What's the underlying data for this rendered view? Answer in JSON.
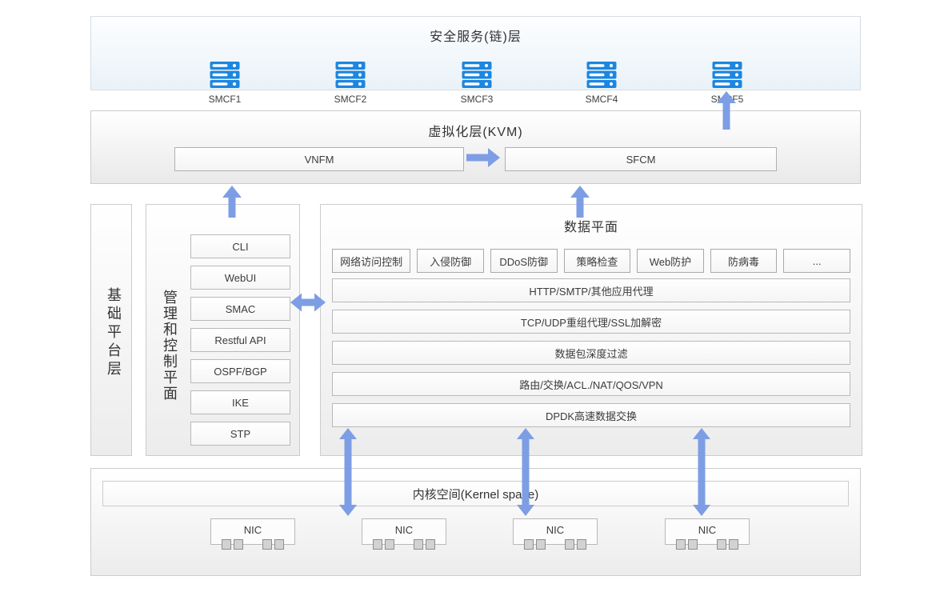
{
  "colors": {
    "arrow": "#7d9ee4",
    "server_icon": "#1c86e0",
    "panel_border": "#cccccc",
    "security_bg": "#e9f2f8"
  },
  "security_layer": {
    "title": "安全服务(链)层",
    "nodes": [
      {
        "label": "SMCF1",
        "icon": "server-icon"
      },
      {
        "label": "SMCF2",
        "icon": "server-icon"
      },
      {
        "label": "SMCF3",
        "icon": "server-icon"
      },
      {
        "label": "SMCF4",
        "icon": "server-icon"
      },
      {
        "label": "SMCF5",
        "icon": "server-icon"
      }
    ]
  },
  "virtualization_layer": {
    "title": "虚拟化层(KVM)",
    "vnfm_label": "VNFM",
    "sfcm_label": "SFCM"
  },
  "base_platform": {
    "title": "基础平台层"
  },
  "management_plane": {
    "title": "管理和控制平面",
    "items": [
      "CLI",
      "WebUI",
      "SMAC",
      "Restful API",
      "OSPF/BGP",
      "IKE",
      "STP"
    ]
  },
  "data_plane": {
    "title": "数据平面",
    "functions": [
      "网络访问控制",
      "入侵防御",
      "DDoS防御",
      "策略检查",
      "Web防护",
      "防病毒",
      "..."
    ],
    "rows": [
      "HTTP/SMTP/其他应用代理",
      "TCP/UDP重组代理/SSL加解密",
      "数据包深度过滤",
      "路由/交换/ACL./NAT/QOS/VPN",
      "DPDK高速数据交换"
    ]
  },
  "kernel_space": {
    "title": "内核空间(Kernel space)",
    "nics": [
      "NIC",
      "NIC",
      "NIC",
      "NIC"
    ]
  }
}
